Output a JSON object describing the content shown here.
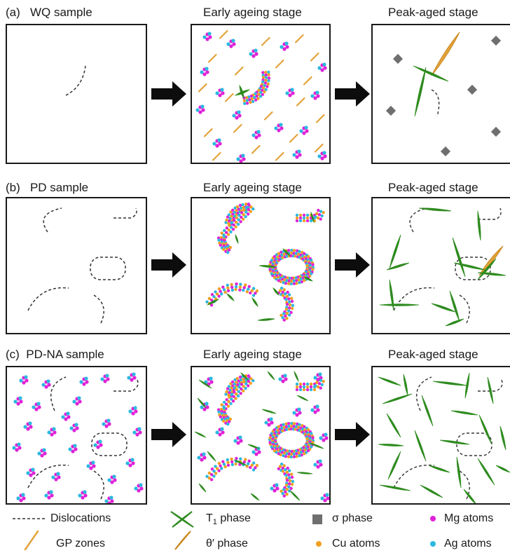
{
  "rows": [
    {
      "tag": "(a)",
      "sample": "WQ sample",
      "early": "Early ageing stage",
      "peak": "Peak-aged stage"
    },
    {
      "tag": "(b)",
      "sample": "PD sample",
      "early": "Early ageing stage",
      "peak": "Peak-aged stage"
    },
    {
      "tag": "(c)",
      "sample": "PD-NA sample",
      "early": "Early ageing stage",
      "peak": "Peak-aged stage"
    }
  ],
  "legend": {
    "dislocations": "Dislocations",
    "gp_zones": "GP zones",
    "t1_phase_main": "T",
    "t1_phase_sub": "1",
    "t1_phase_tail": " phase",
    "theta_phase": "θ′ phase",
    "sigma_phase": "σ phase",
    "cu_atoms": "Cu atoms",
    "mg_atoms": "Mg atoms",
    "ag_atoms": "Ag atoms"
  },
  "colors": {
    "t1_green": "#2e8b1f",
    "gp_orange": "#e3a33a",
    "sigma_gray": "#6f6f6f",
    "mg_magenta": "#e020d8",
    "cu_orange": "#f0a020",
    "ag_cyan": "#2bb8e0",
    "dislocation": "#333333"
  }
}
